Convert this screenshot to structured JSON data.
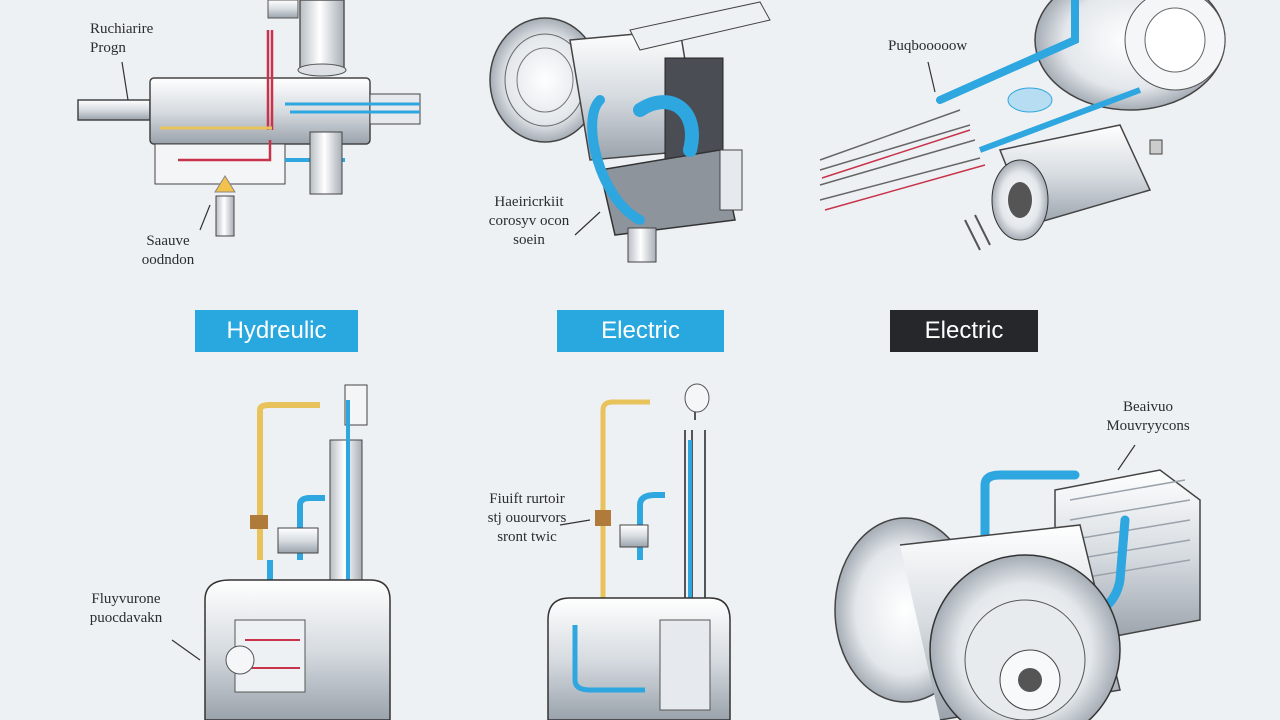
{
  "colors": {
    "background": "#eef1f4",
    "badge_blue": "#29a8e0",
    "badge_dark": "#25272b",
    "fluid_blue": "#2ea6df",
    "fluid_red": "#c8334a",
    "fluid_yellow": "#e8c25a",
    "metal_grey": "#9ca3ab"
  },
  "badges": [
    {
      "text": "Hydreulic",
      "style": "blue"
    },
    {
      "text": "Electric",
      "style": "blue"
    },
    {
      "text": "Electric",
      "style": "dark"
    }
  ],
  "labels": {
    "top_left_a": "Ruchiarire\nProgn",
    "top_left_b": "Saauve\noodndon",
    "top_mid": "Haeiricrkiit\ncorosyv ocon\nsoein",
    "top_right": "Puqbooooow",
    "bot_mid": "Fiuift rurtoir\nstj ouourvors\nsront twic",
    "bot_left": "Fluyvurone\npuocdavakn",
    "bot_right": "Beaivuo\nMouvryycons"
  },
  "icons": [
    "hydraulic-pump-illustration",
    "electric-steering-assembly-illustration",
    "electric-motor-illustration",
    "hydraulic-unit-lower-left-illustration",
    "hydraulic-unit-lower-middle-illustration",
    "electric-motor-lower-right-illustration"
  ]
}
